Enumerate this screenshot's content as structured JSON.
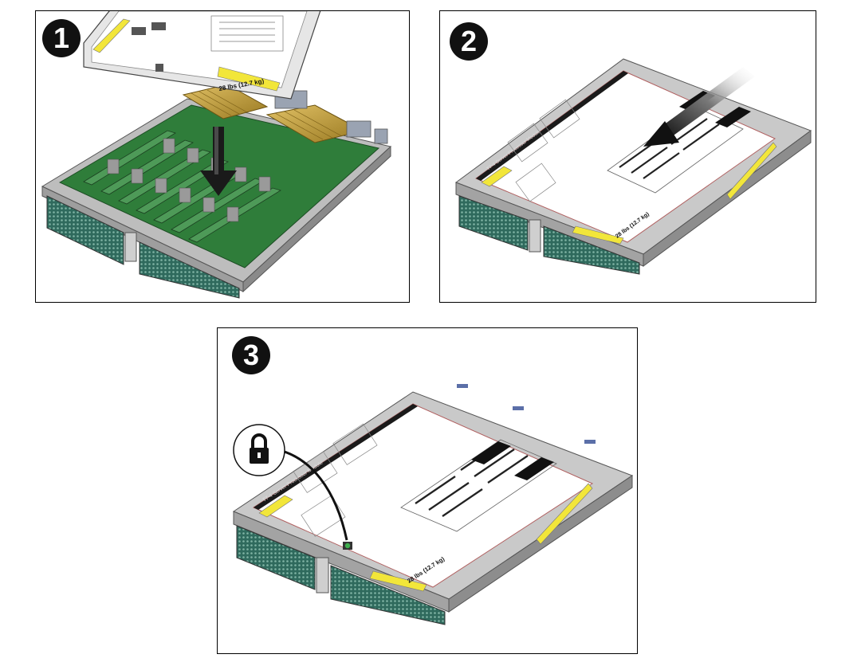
{
  "steps": [
    {
      "number": "1",
      "action": "lower-cover-onto-module"
    },
    {
      "number": "2",
      "action": "slide-cover-forward"
    },
    {
      "number": "3",
      "action": "lock-cover-latch"
    }
  ],
  "label": {
    "weight": "28 lbs (12.7 kg)",
    "product_title": "T7-4 Server Processor Module"
  },
  "icons": {
    "lock": "padlock-icon",
    "arrow_step1": "down-arrow-icon",
    "arrow_step2": "slide-arrow-icon"
  },
  "colors": {
    "chassis": "#c9c9c9",
    "board": "#2f7d3a",
    "heatsink": "#c9a23c",
    "warning_label": "#f2e63a",
    "vent": "#3f7f70"
  }
}
